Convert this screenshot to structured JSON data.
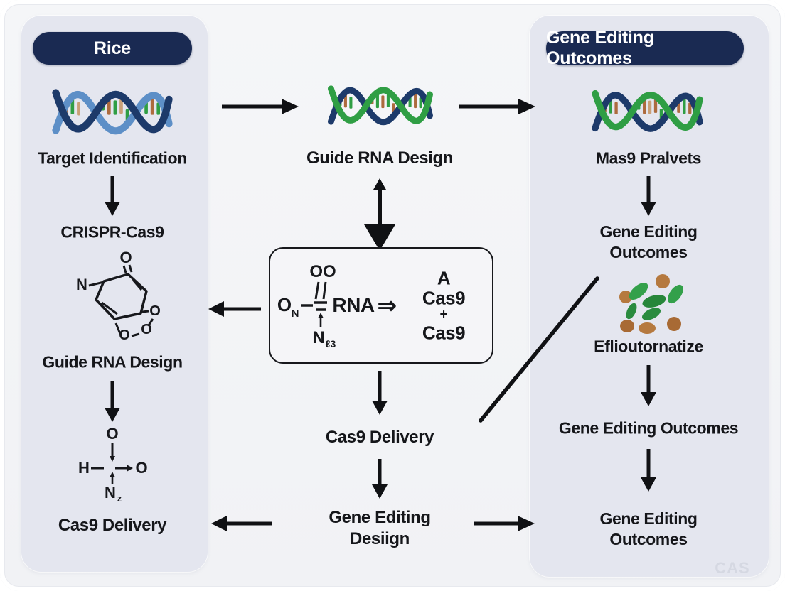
{
  "left_panel": {
    "header": "Rice",
    "step1": "Target Identification",
    "step2": "CRISPR-Cas9",
    "step3": "Guide RNA Design",
    "step4": "Cas9 Delivery",
    "chem1": {
      "o_top": "O",
      "n": "N",
      "o1": "O",
      "o2": "O",
      "o3": "O"
    },
    "chem2": {
      "o_top": "O",
      "h": "H",
      "o_right": "O",
      "n": "N",
      "n_sub": "z"
    }
  },
  "middle": {
    "step1": "Guide RNA Design",
    "step2": "Cas9 Delivery",
    "step3": "Gene Editing\nDesiign",
    "box": {
      "oo": "OO",
      "o_main": "O",
      "o_sub": "N",
      "n_main": "N",
      "n_sub": "ℓ3",
      "rna": "RNA",
      "implies": "⇒",
      "r1": "A",
      "r2": "Cas9",
      "r3": "+",
      "r4": "Cas9"
    }
  },
  "right_panel": {
    "header": "Gene Editing Outcomes",
    "step1": "Mas9 Pralvets",
    "step2": "Gene Editing\nOutcomes",
    "step3": "Eflioutornatize",
    "step4": "Gene Editing Outcomes",
    "step5": "Gene Editing\nOutcomes"
  },
  "watermark": "CAS",
  "colors": {
    "header_navy": "#1a2a52",
    "panel_bg": "#e4e6ef",
    "canvas_bg": "#f2f3f5",
    "line_black": "#101114",
    "dna_navy": "#1d3a6a",
    "dna_steel_blue": "#5d8fc7",
    "dna_green": "#2f9e44",
    "rung_sienna": "#ad6b3e",
    "rung_tan": "#c9a077",
    "seed_brown": "#b5793f",
    "leaf_green_dark": "#27863a"
  }
}
